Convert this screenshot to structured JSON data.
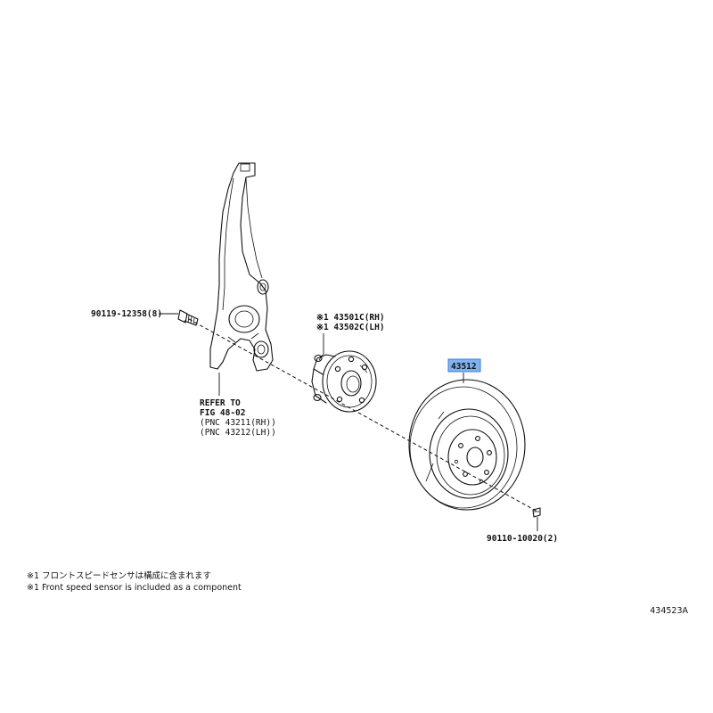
{
  "labels": {
    "bolt": "90119-12358(8)",
    "hub_rh": "※1 43501C(RH)",
    "hub_lh": "※1 43502C(LH)",
    "disc": "43512",
    "screw": "90110-10020(2)",
    "refer_1": "REFER TO",
    "refer_2": "FIG 48-02",
    "refer_3": "(PNC 43211(RH))",
    "refer_4": "(PNC 43212(LH))"
  },
  "notes": {
    "jp": "※1 フロントスピードセンサは構成に含まれます",
    "en": "※1 Front speed sensor is included  as a component"
  },
  "figure_id": "434523A",
  "colors": {
    "highlight": "#7fb2f0",
    "line": "#111111"
  }
}
